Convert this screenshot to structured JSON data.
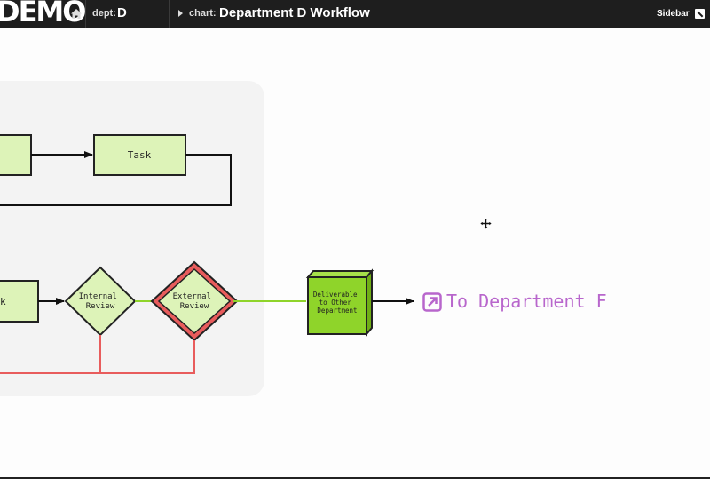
{
  "topbar": {
    "logo": "DEMO",
    "dept_label": "dept:",
    "dept_value": "D",
    "chart_label": "chart:",
    "chart_value": "Department D Workflow",
    "sidebar_label": "Sidebar"
  },
  "flowchart": {
    "nodes": {
      "task": "Task",
      "task_partial": "k",
      "internal_review": [
        "Internal",
        "Review"
      ],
      "external_review": [
        "External",
        "Review"
      ],
      "deliverable": [
        "Deliverable",
        "to Other",
        "Department"
      ]
    },
    "link": {
      "label": "To Department F",
      "icon": "external-link-icon"
    }
  },
  "colors": {
    "topbar_bg": "#1e1e1e",
    "task_fill": "#ddf3b8",
    "deliverable_fill": "#8fd42a",
    "reject_line": "#e85c5c",
    "approve_line": "#8fd42a",
    "link_text": "#b866cc"
  }
}
